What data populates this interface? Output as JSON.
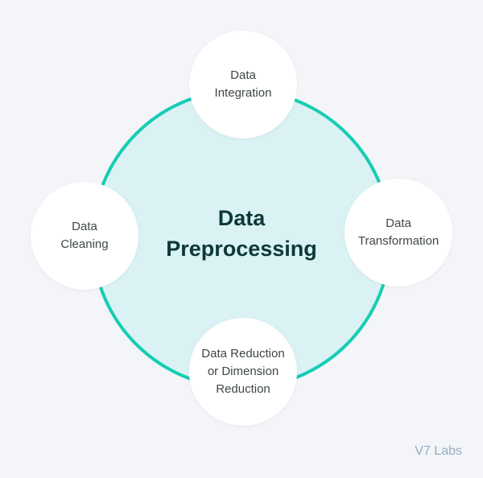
{
  "diagram": {
    "center_title": {
      "line1": "Data",
      "line2": "Preprocessing"
    },
    "nodes": {
      "top": {
        "line1": "Data",
        "line2": "Integration"
      },
      "left": {
        "line1": "Data",
        "line2": "Cleaning"
      },
      "right": {
        "line1": "Data",
        "line2": "Transformation"
      },
      "bottom": {
        "line1": "Data Reduction",
        "line2": "or Dimension",
        "line3": "Reduction"
      }
    },
    "brand": "V7 Labs"
  },
  "colors": {
    "background": "#f3f5f9",
    "main_circle_fill": "#daf2f3",
    "main_circle_stroke": "#16cdb4",
    "center_text": "#0d3838",
    "node_text": "#3f4646",
    "brand_text": "#93adc0"
  }
}
